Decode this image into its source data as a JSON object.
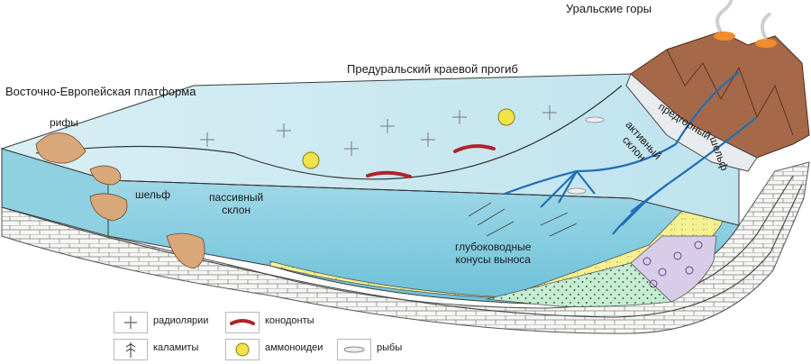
{
  "labels": {
    "urals": "Уральские горы",
    "trough": "Предуральский краевой прогиб",
    "platform": "Восточно-Европейская платформа",
    "reefs": "рифы",
    "shelf_left": "шельф",
    "passive_slope": "пассивный\nсклон",
    "active_slope": "активный\nсклон",
    "foothill": "предгорный",
    "shelf_right": "шельф",
    "deep_fans": "глубоководные\nконусы выноса"
  },
  "legend": {
    "radiolaria": "радиолярии",
    "conodonts": "конодонты",
    "calamites": "каламиты",
    "ammonoids": "аммоноидеи",
    "fish": "рыбы"
  },
  "colors": {
    "sea_top": "#cde7ef",
    "sea_front": "#8fcfe0",
    "sea_deep": "#6fc0d8",
    "rock": "#f4f4f2",
    "mountain": "#a5694a",
    "river": "#1f6fb6",
    "reef": "#d8a77a",
    "conodont": "#b5202a",
    "ammonoid": "#f2e24a",
    "sand": "#f6f08a",
    "green_deposit": "#bfe9c9",
    "purple_deposit": "#d8cde8"
  }
}
